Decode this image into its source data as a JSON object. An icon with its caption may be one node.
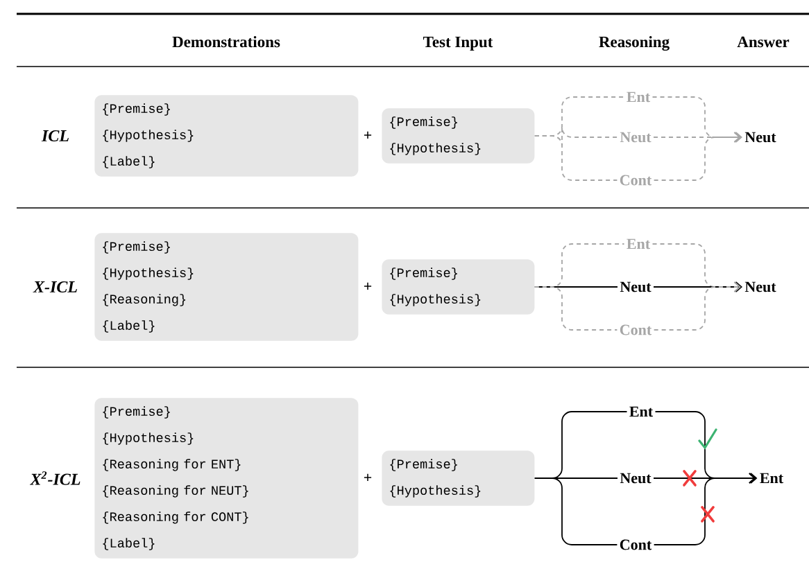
{
  "diagram": {
    "nodes": [
      {
        "text": [
          "{Premise}",
          "{Hypothesis}",
          "{Label}"
        ]
      },
      {
        "text": [
          "{Premise}",
          "{Hypothesis}"
        ]
      },
      {
        "text": [
          "Ent"
        ]
      },
      {
        "text": [
          "Neut"
        ]
      },
      {
        "text": [
          "Cont"
        ]
      },
      {
        "text": [
          "Neut"
        ]
      },
      {
        "text": [
          "{Premise}",
          "{Hypothesis}",
          "{Reasoning}",
          "{Label}"
        ]
      },
      {
        "text": [
          "{Premise}",
          "{Hypothesis}"
        ]
      },
      {
        "text": [
          "Ent"
        ]
      },
      {
        "text": [
          "Neut"
        ]
      },
      {
        "text": [
          "Cont"
        ]
      },
      {
        "text": [
          "Neut"
        ]
      },
      {
        "text": [
          "{Premise}",
          "{Hypothesis}",
          "{Reasoning for ENT}",
          "{Reasoning for NEUT}",
          "{Reasoning for CONT}",
          "{Label}"
        ]
      },
      {
        "text": [
          "{Premise}",
          "{Hypothesis}"
        ]
      },
      {
        "text": [
          "Ent"
        ]
      },
      {
        "text": [
          "Neut"
        ]
      },
      {
        "text": [
          "Cont"
        ]
      },
      {
        "text": [
          "Ent"
        ]
      }
    ],
    "edges": [
      {
        "from": 1,
        "to": 2,
        "arrow": "none",
        "style": "dashed",
        "color": "#a6a6a6"
      },
      {
        "from": 1,
        "to": 3,
        "arrow": "none",
        "style": "dashed",
        "color": "#a6a6a6"
      },
      {
        "from": 1,
        "to": 4,
        "arrow": "none",
        "style": "dashed",
        "color": "#a6a6a6"
      },
      {
        "from": 2,
        "to": 5,
        "arrow": "to",
        "style": "dashed",
        "color": "#a6a6a6"
      },
      {
        "from": 3,
        "to": 5,
        "arrow": "to",
        "style": "dashed",
        "color": "#a6a6a6"
      },
      {
        "from": 4,
        "to": 5,
        "arrow": "to",
        "style": "dashed",
        "color": "#a6a6a6"
      },
      {
        "from": 7,
        "to": 8,
        "arrow": "none",
        "style": "dashed",
        "color": "#a6a6a6"
      },
      {
        "from": 7,
        "to": 9,
        "arrow": "none",
        "color": "#000000"
      },
      {
        "from": 7,
        "to": 10,
        "arrow": "none",
        "style": "dashed",
        "color": "#a6a6a6"
      },
      {
        "from": 8,
        "to": 11,
        "arrow": "to",
        "style": "dashed",
        "color": "#a6a6a6"
      },
      {
        "from": 9,
        "to": 11,
        "arrow": "to",
        "color": "#000000"
      },
      {
        "from": 10,
        "to": 11,
        "arrow": "to",
        "style": "dashed",
        "color": "#a6a6a6"
      },
      {
        "from": 13,
        "to": 14,
        "arrow": "none",
        "color": "#000000"
      },
      {
        "from": 13,
        "to": 15,
        "arrow": "none",
        "color": "#000000"
      },
      {
        "from": 13,
        "to": 16,
        "arrow": "none",
        "color": "#000000"
      },
      {
        "from": 14,
        "to": 17,
        "arrow": "to",
        "color": "#000000"
      },
      {
        "from": 15,
        "to": 17,
        "arrow": "to",
        "color": "#000000"
      },
      {
        "from": 16,
        "to": 17,
        "arrow": "to",
        "color": "#000000"
      }
    ],
    "labels": [
      "Demonstrations",
      "Test Input",
      "Reasoning",
      "Answer",
      "ICL",
      "+",
      "X-ICL",
      "+",
      "X$^{2}$-ICL",
      "+"
    ]
  }
}
